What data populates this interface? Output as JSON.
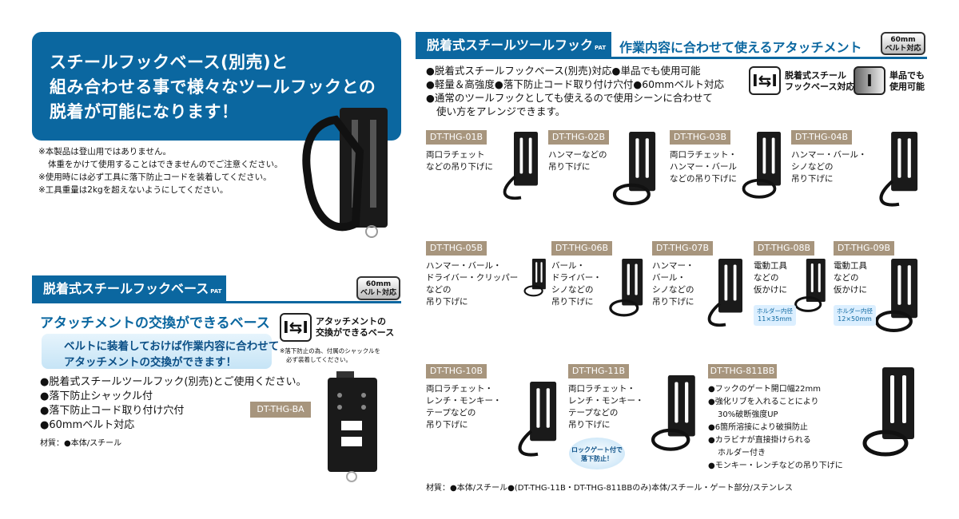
{
  "banner": {
    "lines": [
      "スチールフックベース(別売)と",
      "組み合わせる事で様々なツールフックとの",
      "脱着が可能になります！"
    ]
  },
  "notes": [
    "※本製品は登山用ではありません。",
    "体重をかけて使用することはできませんのでご注意ください。",
    "※使用時には必ず工具に落下防止コードを装着してください。",
    "※工具重量は2kgを超えないようにしてください。"
  ],
  "base": {
    "title": "脱着式スチールフックベース",
    "pat": "PAT",
    "badge": [
      "60mm",
      "ベルト対応"
    ],
    "subtitle": "アタッチメントの交換ができるベース",
    "icon_label": [
      "アタッチメントの",
      "交換ができるベース"
    ],
    "icon_note": [
      "※落下防止の為、付属のシャックルを",
      "必ず装着してください。"
    ],
    "box": [
      "ベルトに装着しておけば作業内容に合わせて",
      "アタッチメントの交換ができます！"
    ],
    "bullets": [
      "●脱着式スチールツールフック(別売)とご使用ください。",
      "●落下防止シャックル付",
      "●落下防止コード取り付け穴付",
      "●60mmベルト対応"
    ],
    "model": "DT-THG-BA",
    "material": "材質：●本体/スチール"
  },
  "hook": {
    "title": "脱着式スチールツールフック",
    "pat": "PAT",
    "subtitle": "作業内容に合わせて使えるアタッチメント",
    "badge": [
      "60mm",
      "ベルト対応"
    ],
    "bullets": [
      "●脱着式スチールフックベース(別売)対応●単品でも使用可能",
      "●軽量＆高強度●落下防止コード取り付け穴付●60mmベルト対応",
      "●通常のツールフックとしても使えるので使用シーンに合わせて",
      "使い方をアレンジできます。"
    ],
    "icon1": [
      "脱着式スチール",
      "フックベース対応"
    ],
    "icon2": [
      "単品でも",
      "使用可能"
    ],
    "products": [
      {
        "model": "DT-THG-01B",
        "desc": [
          "両口ラチェット",
          "などの吊り下げに"
        ]
      },
      {
        "model": "DT-THG-02B",
        "desc": [
          "ハンマーなどの",
          "吊り下げに"
        ]
      },
      {
        "model": "DT-THG-03B",
        "desc": [
          "両口ラチェット・",
          "ハンマー・バール",
          "などの吊り下げに"
        ]
      },
      {
        "model": "DT-THG-04B",
        "desc": [
          "ハンマー・バール・",
          "シノなどの",
          "吊り下げに"
        ]
      },
      {
        "model": "DT-THG-05B",
        "desc": [
          "ハンマー・バール・",
          "ドライバー・クリッパー",
          "などの",
          "吊り下げに"
        ]
      },
      {
        "model": "DT-THG-06B",
        "desc": [
          "バール・",
          "ドライバー・",
          "シノなどの",
          "吊り下げに"
        ]
      },
      {
        "model": "DT-THG-07B",
        "desc": [
          "ハンマー・",
          "バール・",
          "シノなどの",
          "吊り下げに"
        ]
      },
      {
        "model": "DT-THG-08B",
        "desc": [
          "電動工具",
          "などの",
          "仮かけに"
        ],
        "holder": [
          "ホルダー内径",
          "11×35mm"
        ]
      },
      {
        "model": "DT-THG-09B",
        "desc": [
          "電動工具",
          "などの",
          "仮かけに"
        ],
        "holder": [
          "ホルダー内径",
          "12×50mm"
        ]
      },
      {
        "model": "DT-THG-10B",
        "desc": [
          "両口ラチェット・",
          "レンチ・モンキー・",
          "テープなどの",
          "吊り下げに"
        ]
      },
      {
        "model": "DT-THG-11B",
        "desc": [
          "両口ラチェット・",
          "レンチ・モンキー・",
          "テープなどの",
          "吊り下げに"
        ],
        "callout": [
          "ロックゲート付で",
          "落下防止！"
        ]
      },
      {
        "model": "DT-THG-811BB",
        "desc": [
          "●フックのゲート開口幅22mm",
          "●強化リブを入れることにより",
          "30%破断強度UP",
          "●6箇所溶接により破損防止",
          "●カラビナが直接掛けられる",
          "ホルダー付き",
          "●モンキー・レンチなどの吊り下げに"
        ]
      }
    ],
    "material": "材質：●本体/スチール●(DT-THG-11B・DT-THG-811BBのみ)本体/スチール・ゲート部分/ステンレス"
  },
  "colors": {
    "brand_blue": "#0b67a0",
    "tag": "#a7957d"
  }
}
